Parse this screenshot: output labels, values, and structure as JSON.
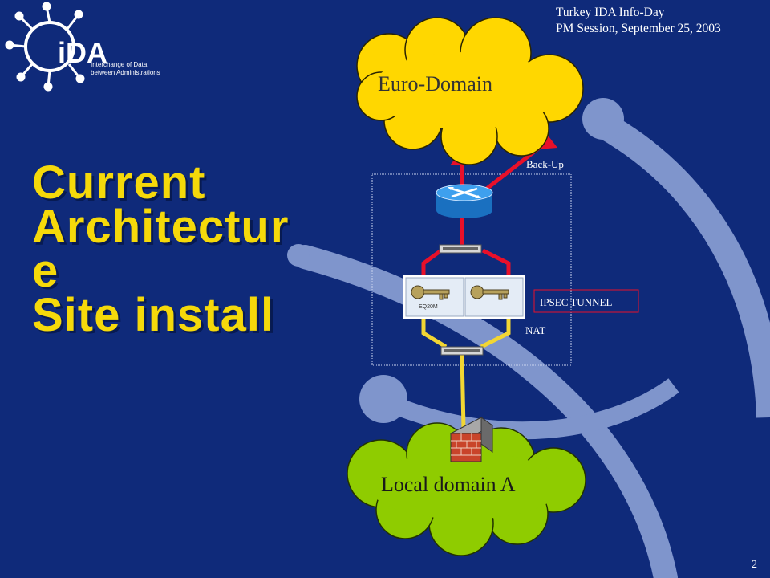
{
  "header": {
    "line1": "Turkey IDA Info-Day",
    "line2": "PM Session, September 25, 2003"
  },
  "logo": {
    "name": "iDA",
    "tagline_line1": "Interchange of Data",
    "tagline_line2": "between Administrations"
  },
  "title": {
    "line1": "Current",
    "line2": "Architectur",
    "line3": "e",
    "line4": "Site install"
  },
  "diagram": {
    "top_cloud_label": "Euro-Domain",
    "bottom_cloud_label": "Local domain A",
    "backup_label": "Back-Up",
    "ipsec_label": "IPSEC TUNNEL",
    "nat_label": "NAT",
    "device_label": "EQ20M"
  },
  "page_number": "2",
  "colors": {
    "background": "#0f2a7a",
    "title": "#f5d90a",
    "top_cloud": "#ffd700",
    "bottom_cloud": "#8fcc00",
    "red_link": "#e8102a",
    "yellow_link": "#f2d633",
    "network_curve": "#7f95cc"
  }
}
